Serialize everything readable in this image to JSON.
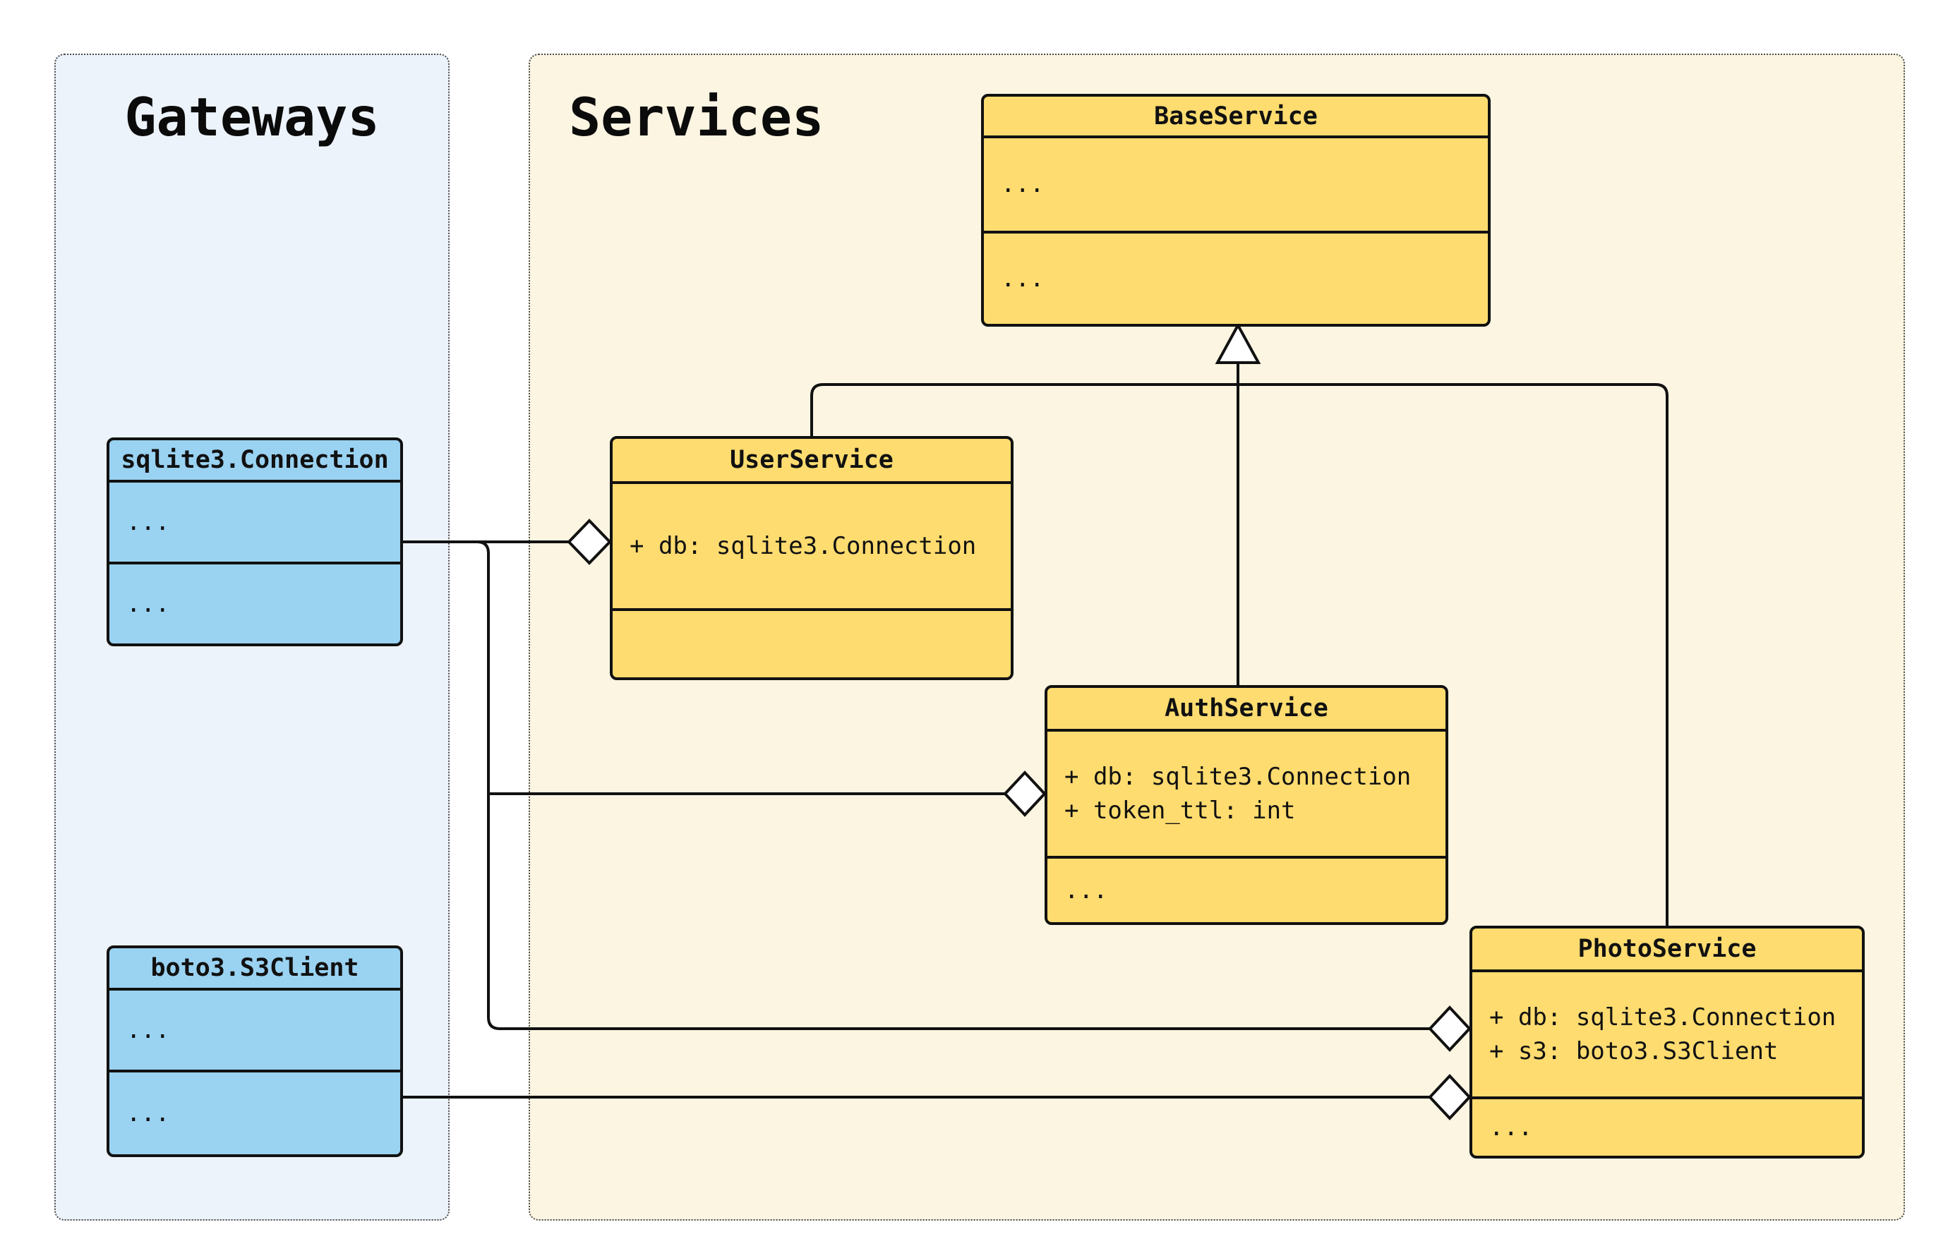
{
  "diagram": {
    "type": "uml-class-diagram",
    "colors": {
      "service_fill": "#FFDC70",
      "gateway_fill": "#9AD2F2",
      "services_container_bg": "#FCF5E2",
      "gateways_container_bg": "#EDF3FB",
      "stroke": "#111111"
    },
    "containers": {
      "gateways": {
        "title": "Gateways"
      },
      "services": {
        "title": "Services"
      }
    },
    "classes": {
      "base_service": {
        "title": "BaseService",
        "attributes": [
          "..."
        ],
        "methods": [
          "..."
        ]
      },
      "user_service": {
        "title": "UserService",
        "attributes": [
          "+ db: sqlite3.Connection"
        ],
        "methods": []
      },
      "auth_service": {
        "title": "AuthService",
        "attributes": [
          "+ db: sqlite3.Connection",
          "+ token_ttl: int"
        ],
        "methods": [
          "..."
        ]
      },
      "photo_service": {
        "title": "PhotoService",
        "attributes": [
          "+ db: sqlite3.Connection",
          "+ s3: boto3.S3Client"
        ],
        "methods": [
          "..."
        ]
      },
      "sqlite3_connection": {
        "title": "sqlite3.Connection",
        "attributes": [
          "..."
        ],
        "methods": [
          "..."
        ]
      },
      "boto3_s3client": {
        "title": "boto3.S3Client",
        "attributes": [
          "..."
        ],
        "methods": [
          "..."
        ]
      }
    },
    "relationships": [
      {
        "type": "inheritance",
        "from": "UserService",
        "to": "BaseService"
      },
      {
        "type": "inheritance",
        "from": "AuthService",
        "to": "BaseService"
      },
      {
        "type": "inheritance",
        "from": "PhotoService",
        "to": "BaseService"
      },
      {
        "type": "aggregation",
        "whole": "UserService",
        "part": "sqlite3.Connection"
      },
      {
        "type": "aggregation",
        "whole": "AuthService",
        "part": "sqlite3.Connection"
      },
      {
        "type": "aggregation",
        "whole": "PhotoService",
        "part": "sqlite3.Connection"
      },
      {
        "type": "aggregation",
        "whole": "PhotoService",
        "part": "boto3.S3Client"
      }
    ]
  }
}
